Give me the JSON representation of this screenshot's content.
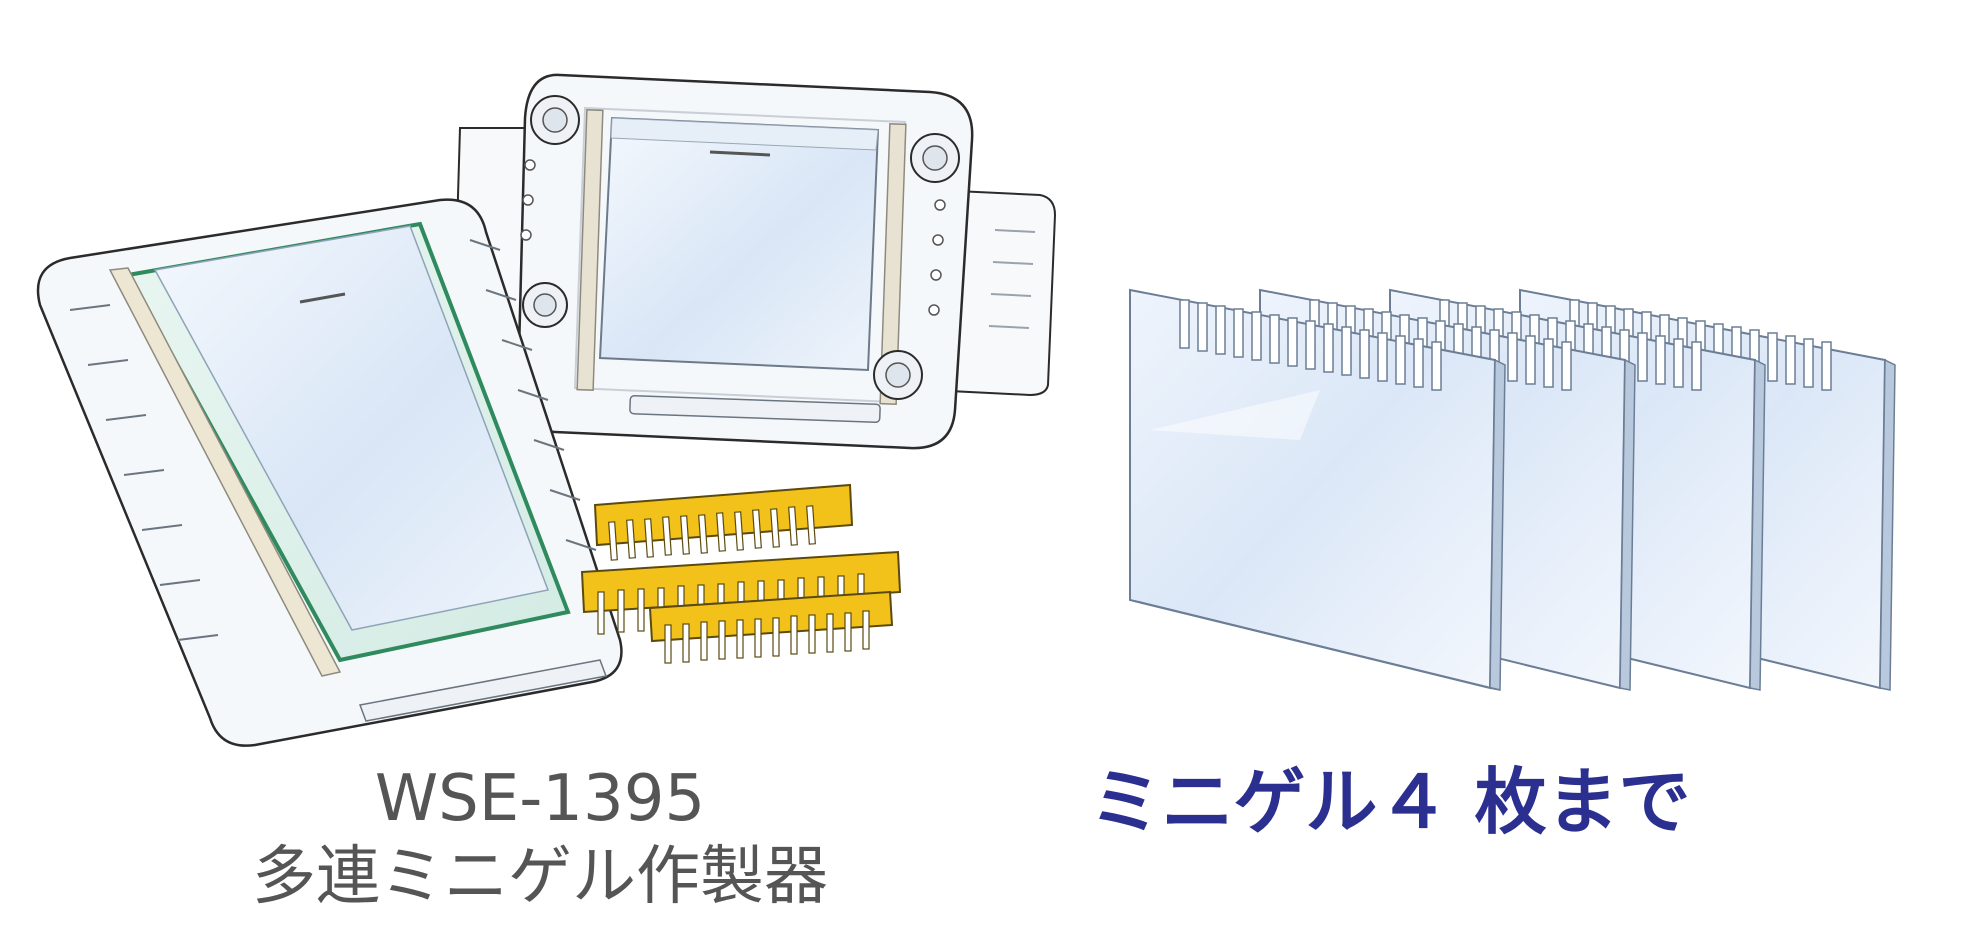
{
  "product": {
    "model": "WSE-1395",
    "name": "多連ミニゲル作製器"
  },
  "note": {
    "text": "ミニゲル４ 枚まで"
  },
  "colors": {
    "product_text": "#555555",
    "note_text": "#2b2f8f",
    "comb_yellow": "#f2c21a",
    "glass_tint": "#dfe9f6",
    "outline": "#2b2b2b"
  },
  "illustrations": {
    "left": "gel-caster-with-combs",
    "right": "four-mini-gel-plates"
  }
}
